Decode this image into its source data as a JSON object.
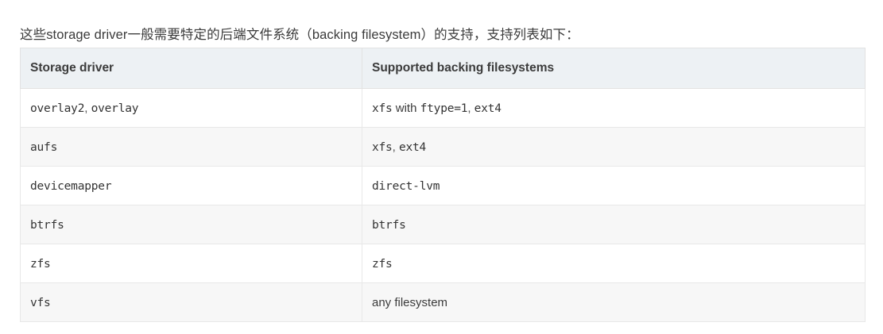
{
  "intro": {
    "text": "这些storage driver一般需要特定的后端文件系统（backing filesystem）的支持，支持列表如下："
  },
  "table": {
    "headers": [
      "Storage driver",
      "Supported backing filesystems"
    ],
    "rows": [
      {
        "driver_parts": [
          {
            "text": "overlay2",
            "style": "code"
          },
          {
            "text": ", ",
            "style": "sep"
          },
          {
            "text": "overlay",
            "style": "code"
          }
        ],
        "driver_text": "overlay2, overlay",
        "fs_parts": [
          {
            "text": "xfs",
            "style": "code"
          },
          {
            "text": " with ",
            "style": "plain"
          },
          {
            "text": "ftype=1",
            "style": "code"
          },
          {
            "text": ", ",
            "style": "sep"
          },
          {
            "text": "ext4",
            "style": "code"
          }
        ],
        "fs_text": "xfs with ftype=1, ext4"
      },
      {
        "driver_parts": [
          {
            "text": "aufs",
            "style": "code"
          }
        ],
        "driver_text": "aufs",
        "fs_parts": [
          {
            "text": "xfs",
            "style": "code"
          },
          {
            "text": ", ",
            "style": "sep"
          },
          {
            "text": "ext4",
            "style": "code"
          }
        ],
        "fs_text": "xfs, ext4"
      },
      {
        "driver_parts": [
          {
            "text": "devicemapper",
            "style": "code"
          }
        ],
        "driver_text": "devicemapper",
        "fs_parts": [
          {
            "text": "direct-lvm",
            "style": "code"
          }
        ],
        "fs_text": "direct-lvm"
      },
      {
        "driver_parts": [
          {
            "text": "btrfs",
            "style": "code"
          }
        ],
        "driver_text": "btrfs",
        "fs_parts": [
          {
            "text": "btrfs",
            "style": "code"
          }
        ],
        "fs_text": "btrfs"
      },
      {
        "driver_parts": [
          {
            "text": "zfs",
            "style": "code"
          }
        ],
        "driver_text": "zfs",
        "fs_parts": [
          {
            "text": "zfs",
            "style": "code"
          }
        ],
        "fs_text": "zfs"
      },
      {
        "driver_parts": [
          {
            "text": "vfs",
            "style": "code"
          }
        ],
        "driver_text": "vfs",
        "fs_parts": [
          {
            "text": "any filesystem",
            "style": "plain"
          }
        ],
        "fs_text": "any filesystem"
      }
    ]
  },
  "colors": {
    "header_bg": "#edf1f4",
    "row_alt_bg": "#f7f7f7",
    "border": "#e2e2e2",
    "text": "#3b3b3b",
    "code_text": "#333333"
  }
}
